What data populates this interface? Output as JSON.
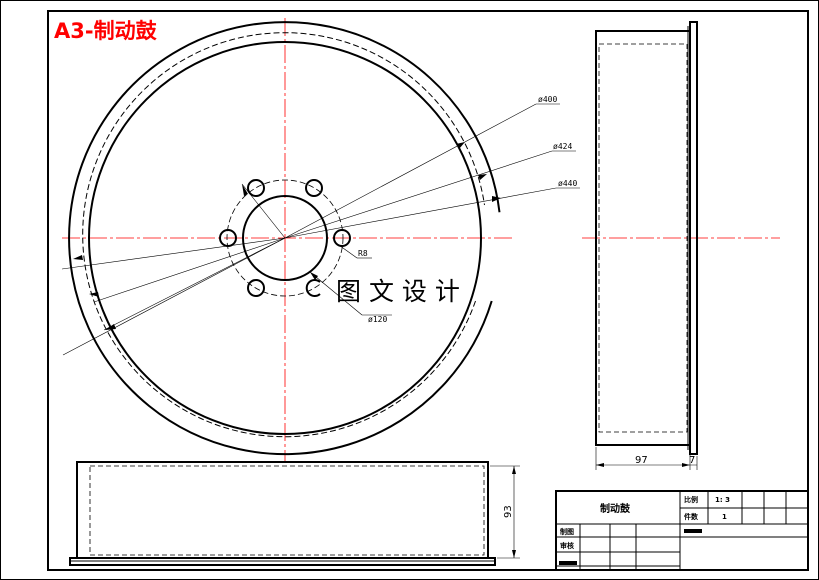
{
  "sheet": {
    "title": "A3-制动鼓",
    "watermark": "图 文 设 计"
  },
  "dimensions": {
    "d400": "ø400",
    "d424": "ø424",
    "d440": "ø440",
    "r8": "R8",
    "d120": "ø120",
    "width_97": "97",
    "flange_7": "7",
    "height_93": "93"
  },
  "title_block": {
    "part_name": "制动鼓",
    "scale_label": "比例",
    "scale_value": "1: 3",
    "qty_label": "件数",
    "qty_value": "1",
    "drawn_label": "制图",
    "checked_label": "审核"
  },
  "colors": {
    "outline": "#000000",
    "centerline": "#ff0000",
    "title": "#ff0000"
  }
}
